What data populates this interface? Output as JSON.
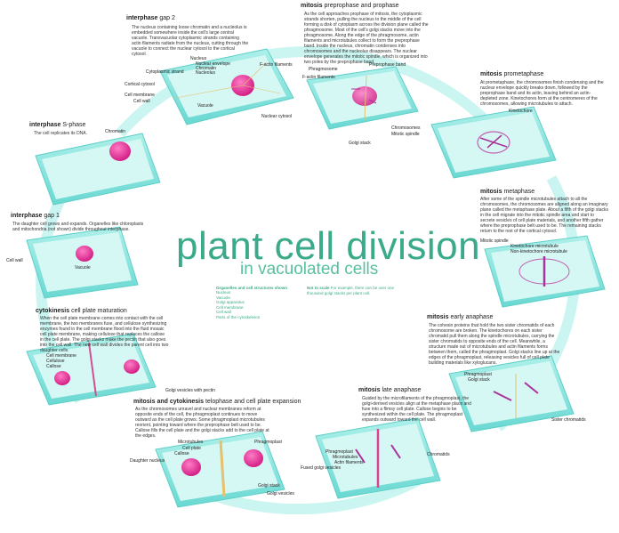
{
  "title": "plant cell division",
  "subtitle": "in vacuolated cells",
  "legend": {
    "heading": "Organelles and cell structures shown",
    "items": [
      "Nucleus",
      "Vacuole",
      "Golgi apparatus",
      "Cell membrane",
      "Cell wall",
      "Parts of the cytoskeleton"
    ],
    "scale_note_bold": "Not to scale",
    "scale_note": " For example, there can be over one thousand golgi stacks per plant cell."
  },
  "stages": {
    "gap2": {
      "phase": "interphase",
      "name": "gap 2",
      "text": "The nucleus containing loose chromatin and a nucleolus is embedded somewhere inside the cell's large central vacuole. Transvacuolar cytoplasmic strands containing actin filaments radiate from the nucleus, cutting through the vacuole to connect the nuclear cytosol to the cortical cytosol.",
      "labels": [
        "Nucleus",
        "Nuclear envelope",
        "Chromatin",
        "Nucleolus",
        "F-actin filaments",
        "Cytoplasmic strand",
        "Cortical cytosol",
        "Cell membrane",
        "Cell wall",
        "Vacuole",
        "Nuclear cytosol"
      ]
    },
    "prophase": {
      "phase": "mitosis",
      "name": "preprophase and prophase",
      "text": "As the cell approaches prophase of mitosis, the cytoplasmic strands shorten, pulling the nucleus to the middle of the cell forming a disk of cytoplasm across the division plane called the phragmosome. Most of the cell's golgi stacks move into the phragmosome. Along the edge of the phragmosome, actin filaments and microtubules collect to form the preprophase band. Inside the nucleus, chromatin condenses into chromosomes and the nucleolus disappears. The nuclear envelope generates the mitotic spindle, which is organized into two poles by the preprophase band.",
      "labels": [
        "Preprophase band",
        "Phragmosome",
        "F-actin filaments",
        "Chromosomes",
        "Mitotic spindle",
        "Golgi stack"
      ]
    },
    "prometaphase": {
      "phase": "mitosis",
      "name": "prometaphase",
      "text": "At prometaphase, the chromosomes finish condensing and the nuclear envelope quickly breaks down, followed by the preprophase band and its actin, leaving behind an actin-depleted zone. Kinetochores form at the centromeres of the chromosomes, allowing microtubules to attach.",
      "labels": [
        "Kinetochore"
      ]
    },
    "metaphase": {
      "phase": "mitosis",
      "name": "metaphase",
      "text": "After some of the spindle microtubules attach to all the chromosomes, the chromosomes are aligned along an imaginary plane called the metaphase plate. About a fifth of the golgi stacks in the cell migrate into the mitotic spindle area and start to secrete vesicles of cell plate materials, and another fifth gather where the preprophase belt used to be. The remaining stacks return to the rest of the cortical cytosol.",
      "labels": [
        "Mitotic spindle",
        "Kinetochore microtubule",
        "Non-kinetochore microtubule"
      ]
    },
    "early_anaphase": {
      "phase": "mitosis",
      "name": "early anaphase",
      "text": "The cohesin proteins that hold the two sister chromatids of each chromosome are broken. The kinetochores on each sister chromatid pull them along the spindle microtubules, carrying the sister chromatids to opposite ends of the cell. Meanwhile, a structure made out of microtubules and actin filaments forms between them, called the phragmoplast. Golgi stacks line up at the edges of the phragmoplast, releasing vesicles full of cell plate building materials like xyloglucans.",
      "labels": [
        "Phragmoplast",
        "Golgi stack",
        "Sister chromatids"
      ]
    },
    "late_anaphase": {
      "phase": "mitosis",
      "name": "late anaphase",
      "text": "Guided by the microfilaments of the phragmoplast, the golgi-derived vesicles align at the metaphase place and fuse into a flimsy cell plate. Callose begins to be synthesized within the cell plate. The phragmoplast expands outward toward the cell wall.",
      "labels": [
        "Phragmoplast",
        "Microtubules",
        "Actin filaments",
        "Fused golgi vesicles",
        "Chromatids"
      ]
    },
    "telophase": {
      "phase": "mitosis and cytokinesis",
      "name": "telophase and cell plate expansion",
      "text": "As the chromosomes unravel and nuclear membranes reform at opposite ends of the cell, the phragmoplast continues to move outward as the cell plate grows. Some phragmoplast microtubules reorient, pointing toward where the preprophase belt used to be. Callose fills the cell plate and the golgi stacks add to the cell plate at the edges.",
      "labels": [
        "Microtubules",
        "Phragmoplast",
        "Cell plate",
        "Callose",
        "Daughter nucleus",
        "Golgi stack",
        "Golgi vesicles"
      ]
    },
    "cell_plate_maturation": {
      "phase": "cytokinesis",
      "name": "cell plate maturation",
      "text": "When the cell plate membrane comes into contact with the cell membrane, the two membranes fuse, and cellulose synthesizing enzymes found in the cell membrane flood into the fluid mosaic cell plate membrane, making cellulose that replaces the callose in the cell plate. The golgi stacks make the pectin that also goes into the cell wall. The new cell wall divides the parent cell into two daughter cells.",
      "labels": [
        "Cell membrane",
        "Cellulose",
        "Callose",
        "Golgi vesicles with pectin"
      ]
    },
    "gap1": {
      "phase": "interphase",
      "name": "gap 1",
      "text": "The daughter cell grows and expands. Organelles like chloroplasts and mitochondria (not shown) divide throughout interphase.",
      "labels": [
        "Cell wall",
        "Vacuole"
      ]
    },
    "s_phase": {
      "phase": "interphase",
      "name": "S-phase",
      "text": "The cell replicates its DNA.",
      "labels": [
        "Chromatin"
      ]
    }
  },
  "colors": {
    "title": "#3aaa8a",
    "cell_wall": "#7fe0dc",
    "vacuole": "#bff2ee",
    "nucleus": "#e0208a",
    "spindle": "#c060b0"
  }
}
